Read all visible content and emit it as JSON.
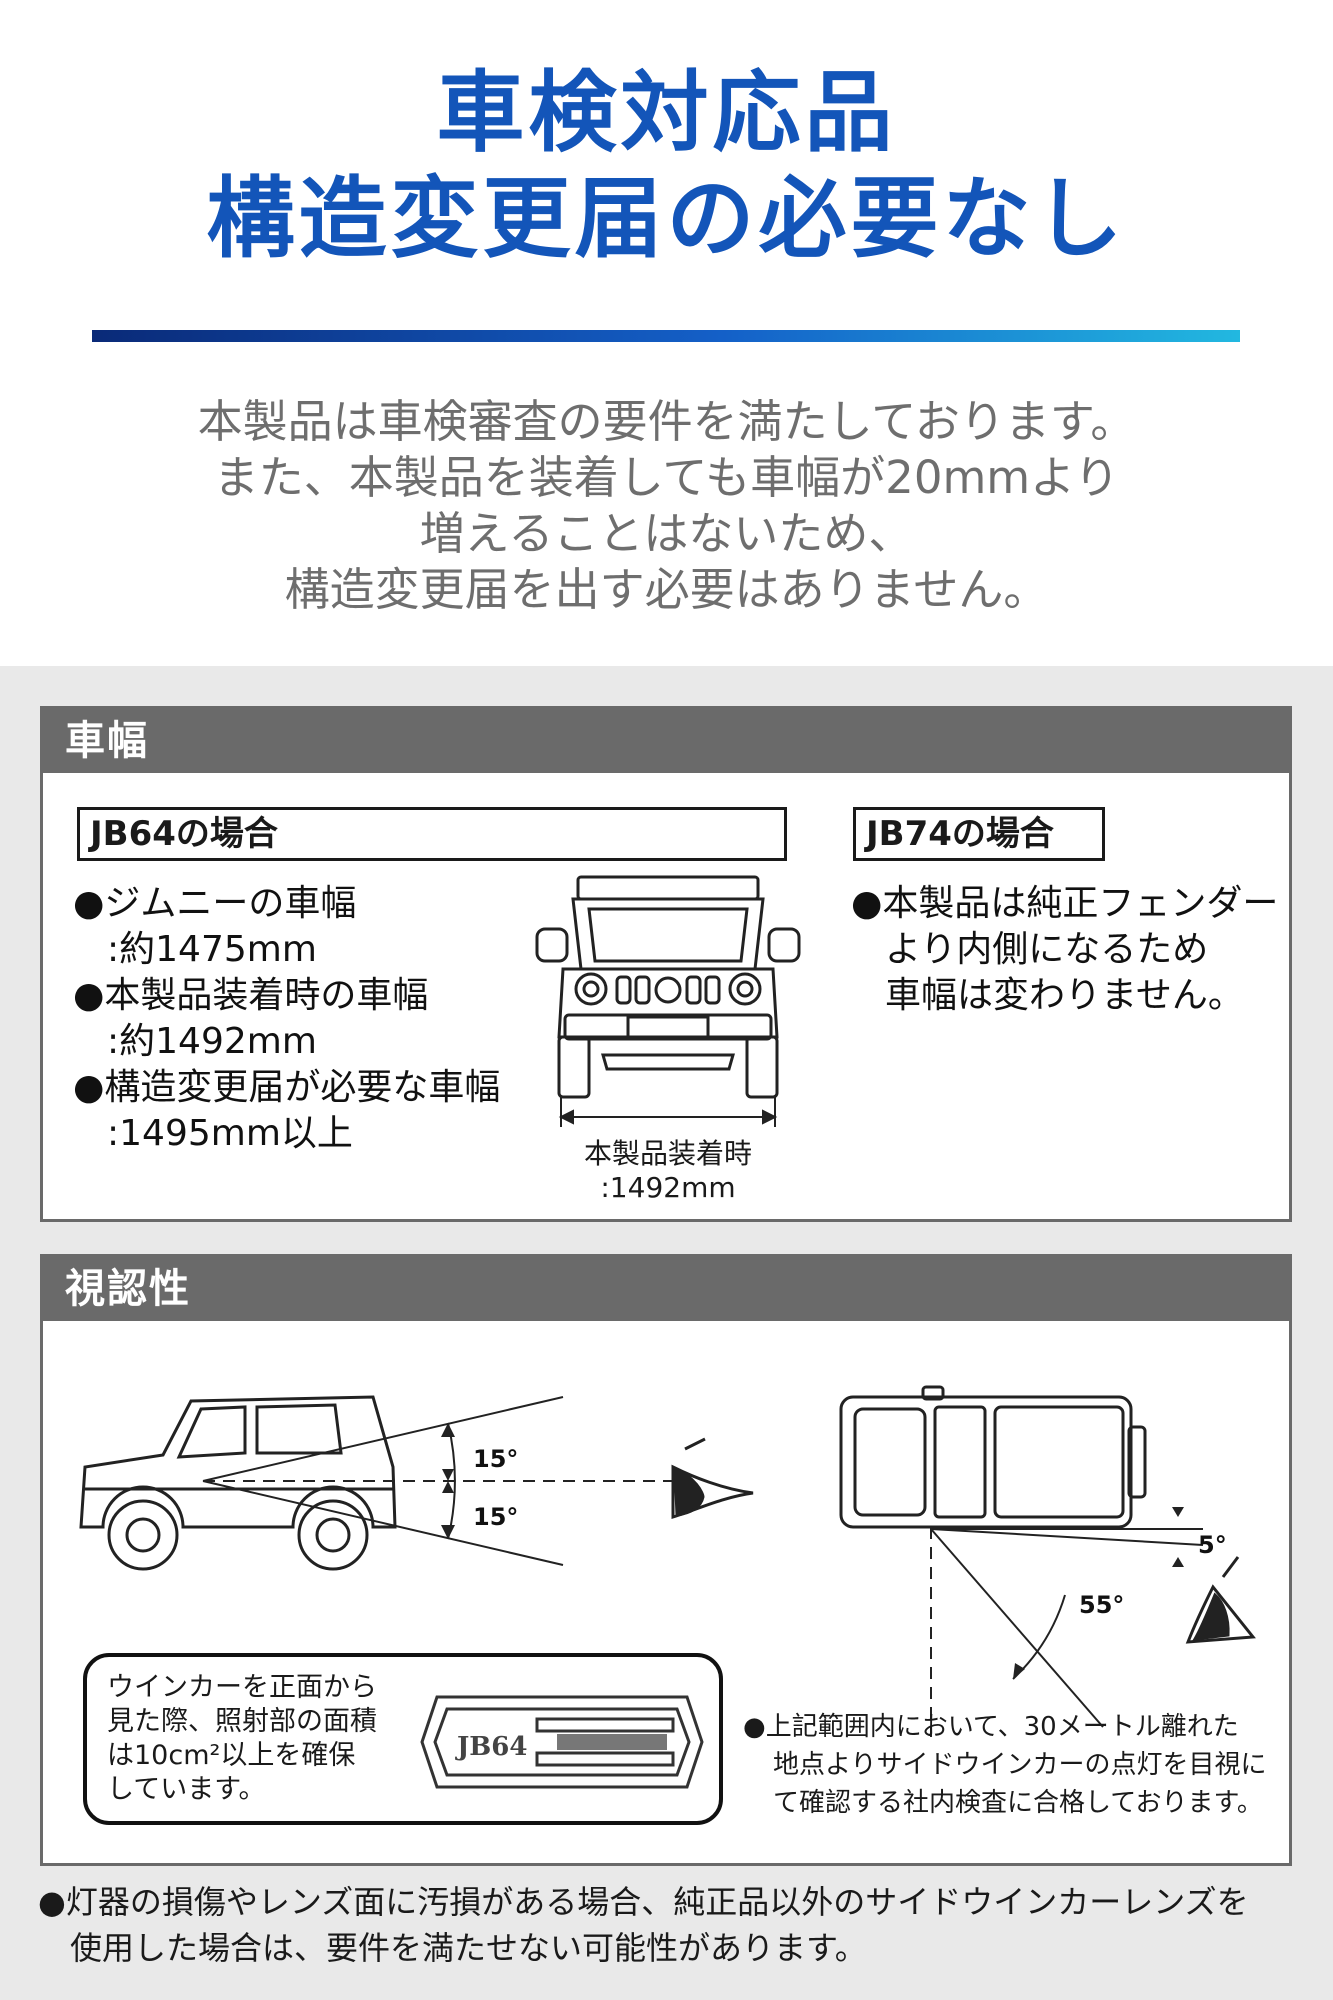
{
  "hero": {
    "title_line1": "車検対応品",
    "title_line2": "構造変更届の必要なし",
    "intro_lines": [
      "本製品は車検審査の要件を満たしております。",
      "また、本製品を装着しても車幅が20mmより",
      "増えることはないため、",
      "構造変更届を出す必要はありません。"
    ],
    "title_color": "#1355b9"
  },
  "width_panel": {
    "heading": "車幅",
    "jb64": {
      "label": "JB64の場合",
      "items": [
        {
          "title": "ジムニーの車幅",
          "value": ":約1475mm"
        },
        {
          "title": "本製品装着時の車幅",
          "value": ":約1492mm"
        },
        {
          "title": "構造変更届が必要な車幅",
          "value": ":1495mm以上"
        }
      ],
      "diagram_caption_line1": "本製品装着時",
      "diagram_caption_line2": ":1492mm"
    },
    "jb74": {
      "label": "JB74の場合",
      "lines": [
        "本製品は純正フェンダー",
        "より内側になるため",
        "車幅は変わりません。"
      ]
    }
  },
  "visibility_panel": {
    "heading": "視認性",
    "angles": {
      "upper": "15°",
      "lower": "15°",
      "outward": "5°",
      "rear": "55°"
    },
    "callout_lines": [
      "ウインカーを正面から",
      "見た際、照射部の面積",
      "は10cm²以上を確保",
      "しています。"
    ],
    "lamp_emboss": "JB64",
    "note_lines": [
      "上記範囲内において、30メートル離れた",
      "地点よりサイドウインカーの点灯を目視に",
      "て確認する社内検査に合格しております。"
    ]
  },
  "footnote_lines": [
    "灯器の損傷やレンズ面に汚損がある場合、純正品以外のサイドウインカーレンズを",
    "使用した場合は、要件を満たせない可能性があります。"
  ]
}
